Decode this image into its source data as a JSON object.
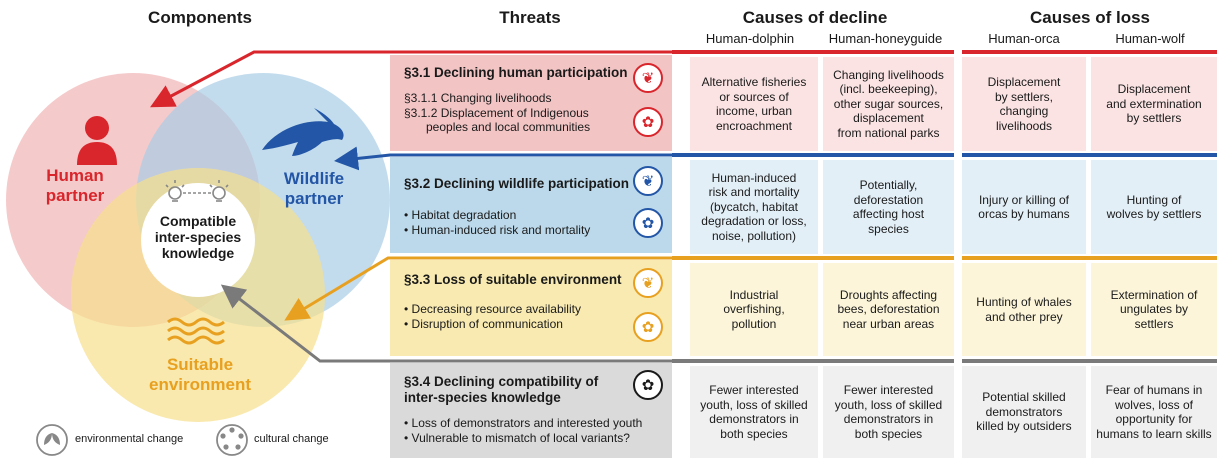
{
  "headers": {
    "components": "Components",
    "threats": "Threats",
    "decline": "Causes of decline",
    "loss": "Causes of loss"
  },
  "subheaders": {
    "dolphin": "Human-dolphin",
    "honeyguide": "Human-honeyguide",
    "orca": "Human-orca",
    "wolf": "Human-wolf"
  },
  "venn": {
    "human": "Human\npartner",
    "wildlife": "Wildlife\npartner",
    "environment": "Suitable\nenvironment",
    "center": "Compatible\ninter-species\nknowledge"
  },
  "legend": {
    "environmental": "environmental change",
    "cultural": "cultural change"
  },
  "threats": [
    {
      "title": "§3.1 Declining human participation",
      "items": [
        "§3.1.1 Changing livelihoods",
        "§3.1.2 Displacement of Indigenous",
        "peoples and local communities"
      ],
      "dolphin": "Alternative fisheries\nor sources of\nincome, urban\nencroachment",
      "honeyguide": "Changing livelihoods\n(incl. beekeeping),\nother sugar sources,\ndisplacement\nfrom national parks",
      "orca": "Displacement\nby settlers,\nchanging\nlivelihoods",
      "wolf": "Displacement\nand extermination\nby settlers"
    },
    {
      "title": "§3.2 Declining wildlife participation",
      "items": [
        "• Habitat degradation",
        "• Human-induced risk and mortality"
      ],
      "dolphin": "Human-induced\nrisk and mortality\n(bycatch, habitat\ndegradation or loss,\nnoise, pollution)",
      "honeyguide": "Potentially,\ndeforestation\naffecting host\nspecies",
      "orca": "Injury or killing of\norcas by humans",
      "wolf": "Hunting of\nwolves by settlers"
    },
    {
      "title": "§3.3 Loss of suitable environment",
      "items": [
        "• Decreasing resource availability",
        "• Disruption of communication"
      ],
      "dolphin": "Industrial\noverfishing,\npollution",
      "honeyguide": "Droughts affecting\nbees, deforestation\nnear urban areas",
      "orca": "Hunting of whales\nand other prey",
      "wolf": "Extermination of\nungulates by\nsettlers"
    },
    {
      "title": "§3.4 Declining compatibility of\ninter-species knowledge",
      "items": [
        "• Loss of demonstrators and interested youth",
        "• Vulnerable to mismatch of local variants?"
      ],
      "dolphin": "Fewer interested\nyouth, loss of skilled\ndemonstrators in\nboth species",
      "honeyguide": "Fewer interested\nyouth, loss of skilled\ndemonstrators in\nboth species",
      "orca": "Potential skilled\ndemonstrators\nkilled by outsiders",
      "wolf": "Fear of humans in\nwolves, loss of\nopportunity for\nhumans to learn skills"
    }
  ],
  "colors": {
    "red": "#d9262c",
    "red_bg": "#f2c4c4",
    "red_cell": "#fbe3e3",
    "blue": "#2356a6",
    "blue_bg": "#bcd9eb",
    "blue_cell": "#e3eff7",
    "orange": "#e8a020",
    "orange_bg": "#f8eab0",
    "orange_cell": "#fcf5d9",
    "grey": "#7a7a7a",
    "grey_bg": "#dadada",
    "grey_cell": "#f0f0f0"
  }
}
